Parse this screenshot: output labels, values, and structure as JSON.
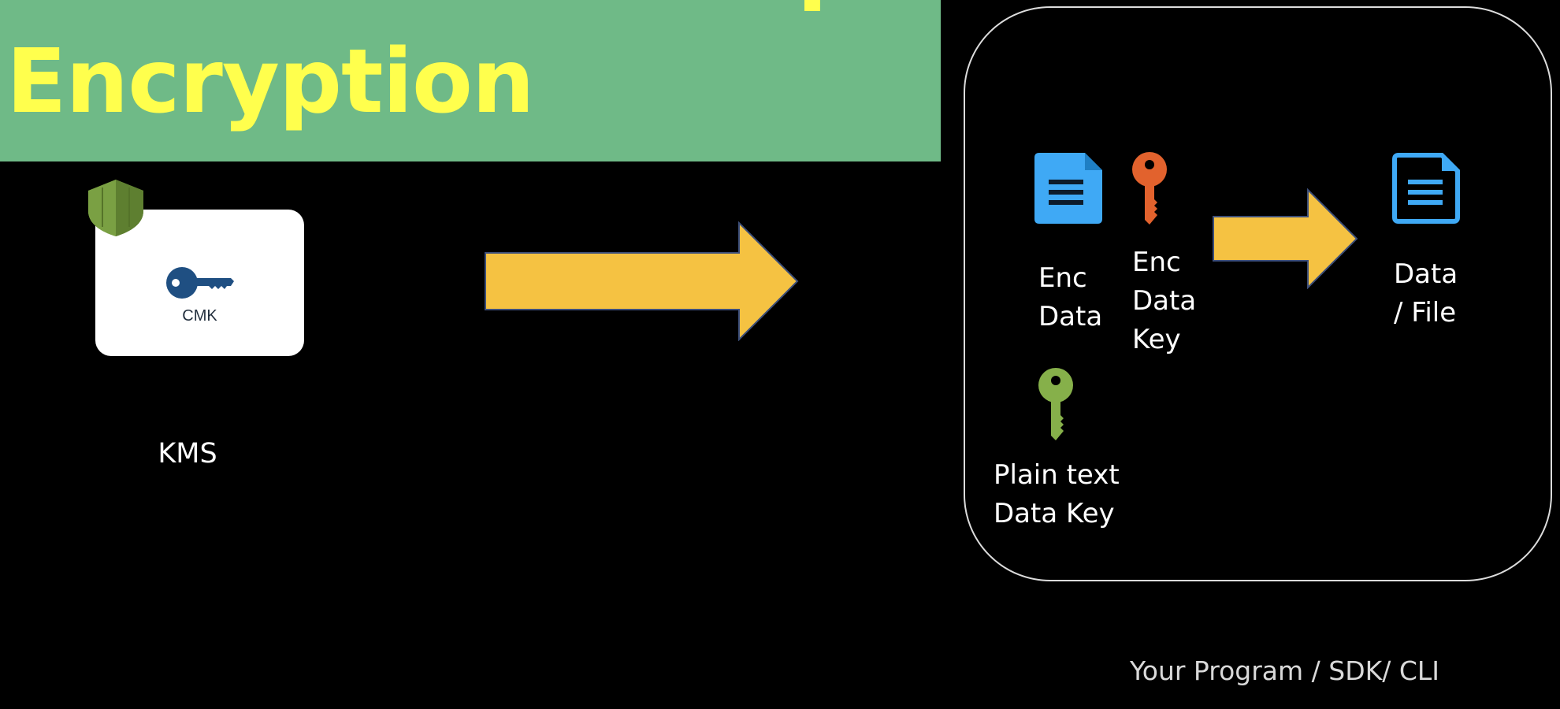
{
  "title": {
    "text": "Encryption",
    "banner_color": "#6fba87",
    "text_color": "#ffff4d"
  },
  "kms": {
    "label": "KMS",
    "card_icon": "shield-icon",
    "shield_color": "#6b8e3a",
    "key_icon": "key-icon",
    "key_color": "#1f4f82",
    "key_label": "CMK"
  },
  "flow_arrow": {
    "icon": "arrow-right-icon",
    "color": "#f5c242"
  },
  "program_box": {
    "label": "Your Program / SDK/ CLI",
    "items": [
      {
        "icon": "document-icon",
        "color": "#3fa9f5",
        "label": "Enc\nData"
      },
      {
        "icon": "key-icon",
        "color": "#e2622d",
        "label": "Enc\nData\nKey"
      },
      {
        "icon": "arrow-right-icon",
        "color": "#f5c242"
      },
      {
        "icon": "document-outline-icon",
        "color": "#3fa9f5",
        "label": "Data\n/ File"
      },
      {
        "icon": "key-icon",
        "color": "#86b04a",
        "label": "Plain text\nData Key"
      }
    ]
  }
}
